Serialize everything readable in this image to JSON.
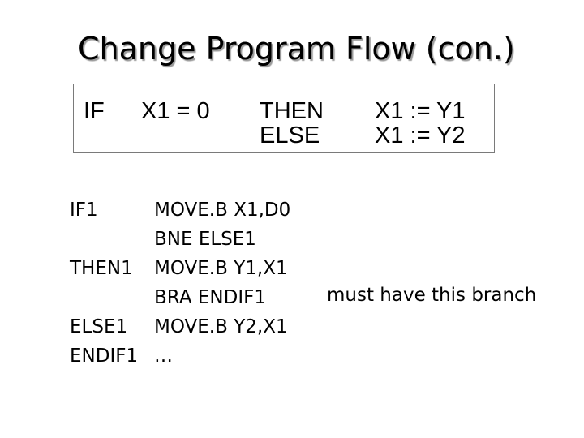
{
  "title": "Change Program Flow (con.)",
  "statement": {
    "if_kw": "IF",
    "condition": "X1 = 0",
    "then_kw": "THEN",
    "else_kw": "ELSE",
    "then_stmt": "X1 := Y1",
    "else_stmt": "X1 := Y2"
  },
  "code_lines": [
    {
      "label": "IF1",
      "instruction": "MOVE.B X1,D0"
    },
    {
      "label": "",
      "instruction": "BNE ELSE1"
    },
    {
      "label": "THEN1",
      "instruction": "MOVE.B Y1,X1"
    },
    {
      "label": "",
      "instruction": "BRA ENDIF1"
    },
    {
      "label": "ELSE1",
      "instruction": "MOVE.B Y2,X1"
    },
    {
      "label": "ENDIF1",
      "instruction": "…"
    }
  ],
  "note": "must have this branch"
}
